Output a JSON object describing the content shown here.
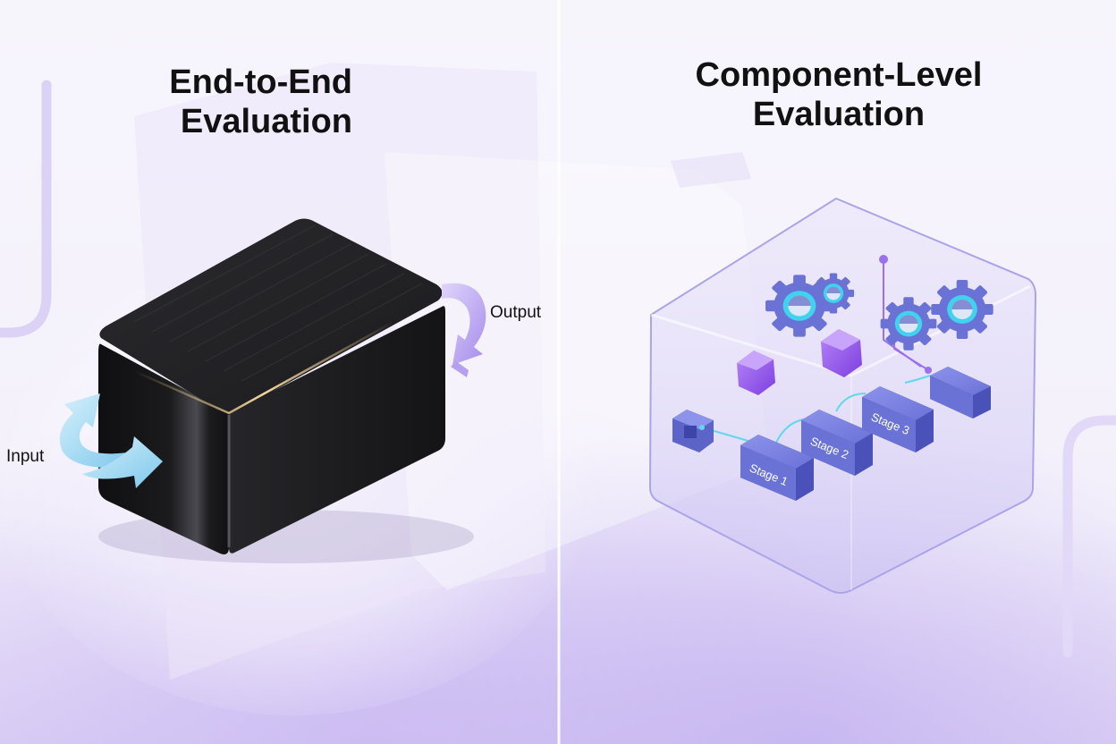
{
  "panels": {
    "left": {
      "title_line_1": "End-to-End",
      "title_line_2": "Evaluation",
      "input_label": "Input",
      "output_label": "Output"
    },
    "right": {
      "title_line_1": "Component-Level",
      "title_line_2": "Evaluation",
      "stages": [
        "Stage 1",
        "Stage 2",
        "Stage 3"
      ]
    }
  },
  "colors": {
    "background": "#f6f4fb",
    "black_box": "#1a1a1c",
    "input_arrow": "#8fd0ee",
    "output_arrow": "#b7a2ee",
    "stage_block": "#6a72d6",
    "gear": "#6a72d6",
    "gear_ring": "#3fd3ee",
    "hexagon": "#9b5cf0",
    "glass_edge": "#a8a3e8",
    "divider": "#ffffff"
  }
}
